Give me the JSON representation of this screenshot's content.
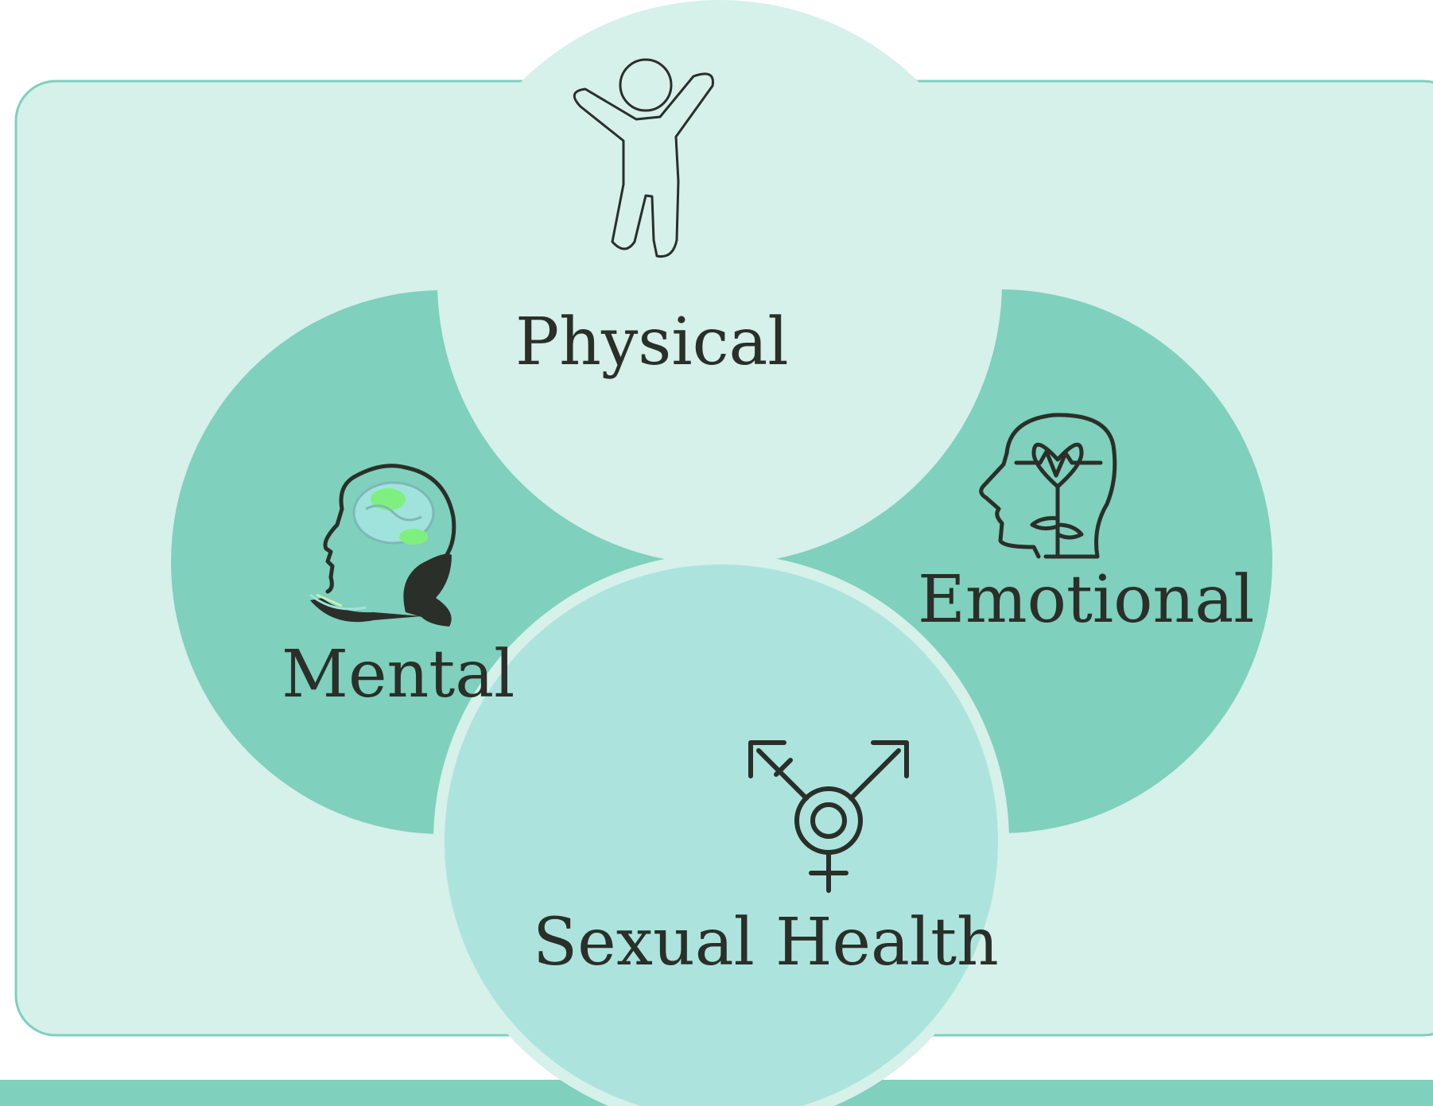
{
  "diagram": {
    "segments": [
      {
        "id": "physical",
        "label": "Physical",
        "icon": "person-arms-raised-icon"
      },
      {
        "id": "mental",
        "label": "Mental",
        "icon": "head-with-brain-and-plant-icon"
      },
      {
        "id": "emotional",
        "label": "Emotional",
        "icon": "head-with-heart-heartbeat-icon"
      },
      {
        "id": "sexual",
        "label": "Sexual Health",
        "icon": "transgender-symbol-icon"
      }
    ]
  },
  "colors": {
    "panel_fill": "#d6f0ea",
    "panel_border": "#7fd0bd",
    "circle_dark": "#7fd0bd",
    "circle_light": "#d6f0ea",
    "circle_sexual": "#ace4dd",
    "footer_bar": "#7fd0bd",
    "text": "#2a2f29",
    "brain_green": "#7ff07f"
  }
}
